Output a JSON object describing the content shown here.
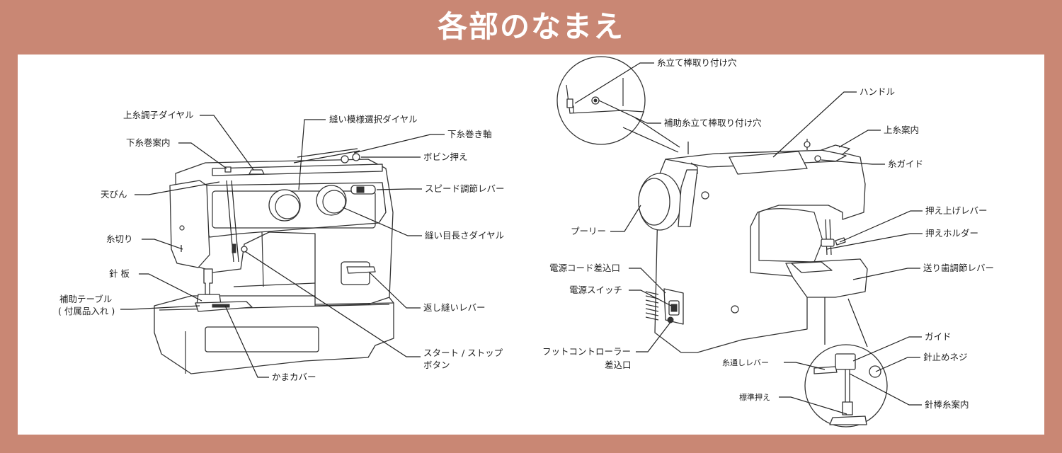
{
  "title": "各部のなまえ",
  "front_labels": {
    "upper_tension_dial": "上糸調子ダイヤル",
    "bobbin_winder_guide": "下糸巻案内",
    "take_up_lever": "天びん",
    "thread_cutter": "糸切り",
    "needle_plate": "針 板",
    "extension_table_1": "補助テーブル",
    "extension_table_2": "( 付属品入れ )",
    "pattern_dial": "縫い模様選択ダイヤル",
    "bobbin_winder_shaft": "下糸巻き軸",
    "bobbin_stopper": "ボビン押え",
    "speed_lever": "スピード調節レバー",
    "stitch_length_dial": "縫い目長さダイヤル",
    "reverse_lever": "返し縫いレバー",
    "start_stop_1": "スタート / ストップ",
    "start_stop_2": "ボタン",
    "hook_cover": "かまカバー"
  },
  "back_labels": {
    "spool_pin_hole": "糸立て棒取り付け穴",
    "aux_spool_pin_hole": "補助糸立て棒取り付け穴",
    "handle": "ハンドル",
    "upper_thread_guide": "上糸案内",
    "thread_guide": "糸ガイド",
    "pulley": "プーリー",
    "presser_lever": "押え上げレバー",
    "presser_holder": "押えホルダー",
    "feed_dog_lever": "送り歯調節レバー",
    "power_cord_socket": "電源コード差込口",
    "power_switch": "電源スイッチ",
    "foot_controller_1": "フットコントローラー",
    "foot_controller_2": "差込口",
    "guide": "ガイド",
    "needle_clamp_screw": "針止めネジ",
    "threader_lever": "糸通しレバー",
    "needle_bar_guide": "針棒糸案内",
    "standard_foot": "標準押え"
  },
  "colors": {
    "background": "#c98774",
    "panel": "#ffffff",
    "line": "#222222"
  }
}
